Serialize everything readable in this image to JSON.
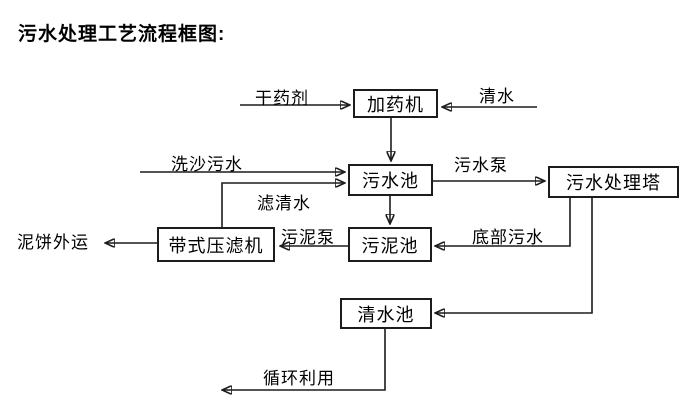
{
  "title": "污水处理工艺流程框图:",
  "nodes": {
    "dosing_machine": "加药机",
    "sewage_pool": "污水池",
    "treatment_tower": "污水处理塔",
    "belt_filter_press": "带式压滤机",
    "sludge_pool": "污泥池",
    "clean_water_pool": "清水池"
  },
  "flows": {
    "dry_chemical": "干药剂",
    "clean_water": "清水",
    "sand_washing_sewage": "洗沙污水",
    "filtered_water": "滤清水",
    "sewage_pump": "污水泵",
    "bottom_sewage": "底部污水",
    "sludge_pump": "污泥泵",
    "mud_cake_out": "泥饼外运",
    "recycle_use": "循环利用"
  },
  "colors": {
    "line": "#1c1c1c",
    "background": "#ffffff",
    "text": "#000000"
  }
}
